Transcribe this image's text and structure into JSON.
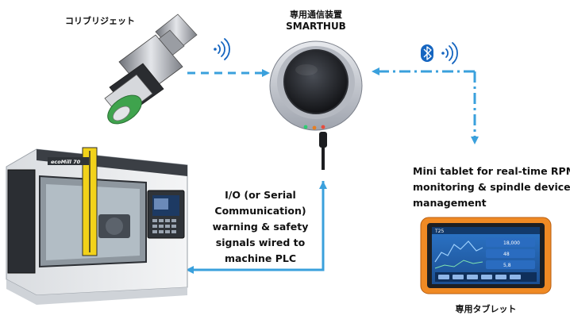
{
  "labels": {
    "holder": "コリブリジェット",
    "hub_title_jp": "専用通信装置",
    "hub_title": "SMARTHUB",
    "tablet_caption": "専用タブレット",
    "machine_badge": "ecoMill 70"
  },
  "tablet_description": [
    "Mini tablet for real-time RPM",
    "monitoring & spindle device",
    "management"
  ],
  "plc_description": [
    "I/O (or Serial",
    "Communication)",
    "warning & safety",
    "signals wired to",
    "machine PLC"
  ],
  "tablet_screen": {
    "header": "T25",
    "values": [
      "18,000",
      "48",
      "5,8"
    ]
  },
  "colors": {
    "arrow": "#3aa0dc",
    "bluetooth": "#1565c0",
    "tablet_frame": "#f08a24",
    "hub_body": "#c9ccd3",
    "holder_green": "#3fa34d",
    "machine_yellow": "#f2d21a"
  },
  "icons": [
    "wireless-signal-icon",
    "bluetooth-icon"
  ]
}
